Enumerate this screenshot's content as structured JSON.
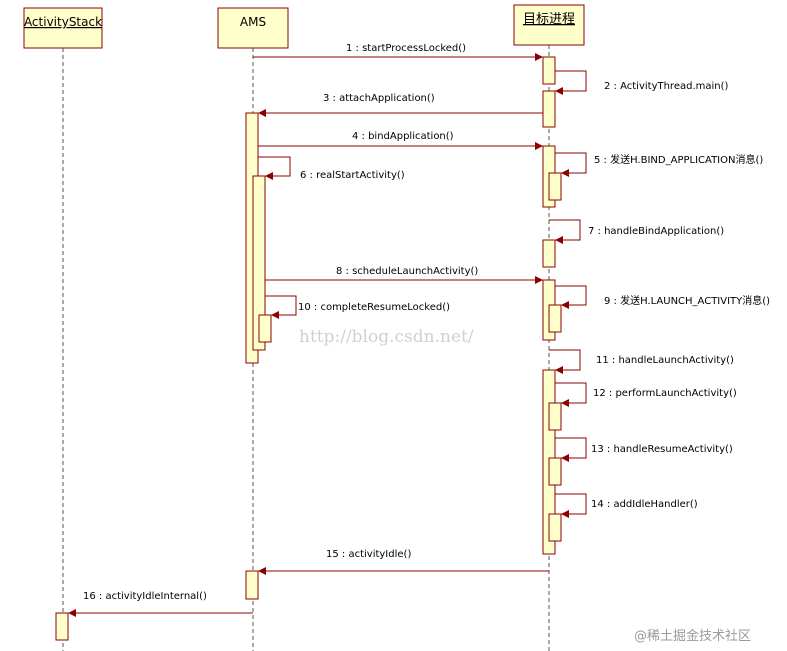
{
  "lifelines": {
    "activity_stack": "ActivityStack",
    "ams": "AMS",
    "target_process": "目标进程"
  },
  "messages": [
    {
      "id": "msg-1",
      "label": "1 : startProcessLocked()"
    },
    {
      "id": "msg-2",
      "label": "2 : ActivityThread.main()"
    },
    {
      "id": "msg-3",
      "label": "3 : attachApplication()"
    },
    {
      "id": "msg-4",
      "label": "4 : bindApplication()"
    },
    {
      "id": "msg-5",
      "label": "5 : 发送H.BIND_APPLICATION消息()"
    },
    {
      "id": "msg-6",
      "label": "6 : realStartActivity()"
    },
    {
      "id": "msg-7",
      "label": "7 : handleBindApplication()"
    },
    {
      "id": "msg-8",
      "label": "8 : scheduleLaunchActivity()"
    },
    {
      "id": "msg-9",
      "label": "9 : 发送H.LAUNCH_ACTIVITY消息()"
    },
    {
      "id": "msg-10",
      "label": "10 : completeResumeLocked()"
    },
    {
      "id": "msg-11",
      "label": "11 : handleLaunchActivity()"
    },
    {
      "id": "msg-12",
      "label": "12 : performLaunchActivity()"
    },
    {
      "id": "msg-13",
      "label": "13 : handleResumeActivity()"
    },
    {
      "id": "msg-14",
      "label": "14 : addIdleHandler()"
    },
    {
      "id": "msg-15",
      "label": "15 : activityIdle()"
    },
    {
      "id": "msg-16",
      "label": "16 : activityIdleInternal()"
    }
  ],
  "watermark": "http://blog.csdn.net/",
  "footer": "@稀土掘金技术社区",
  "colors": {
    "box_fill": "#ffffcc",
    "line": "#8b0000"
  }
}
